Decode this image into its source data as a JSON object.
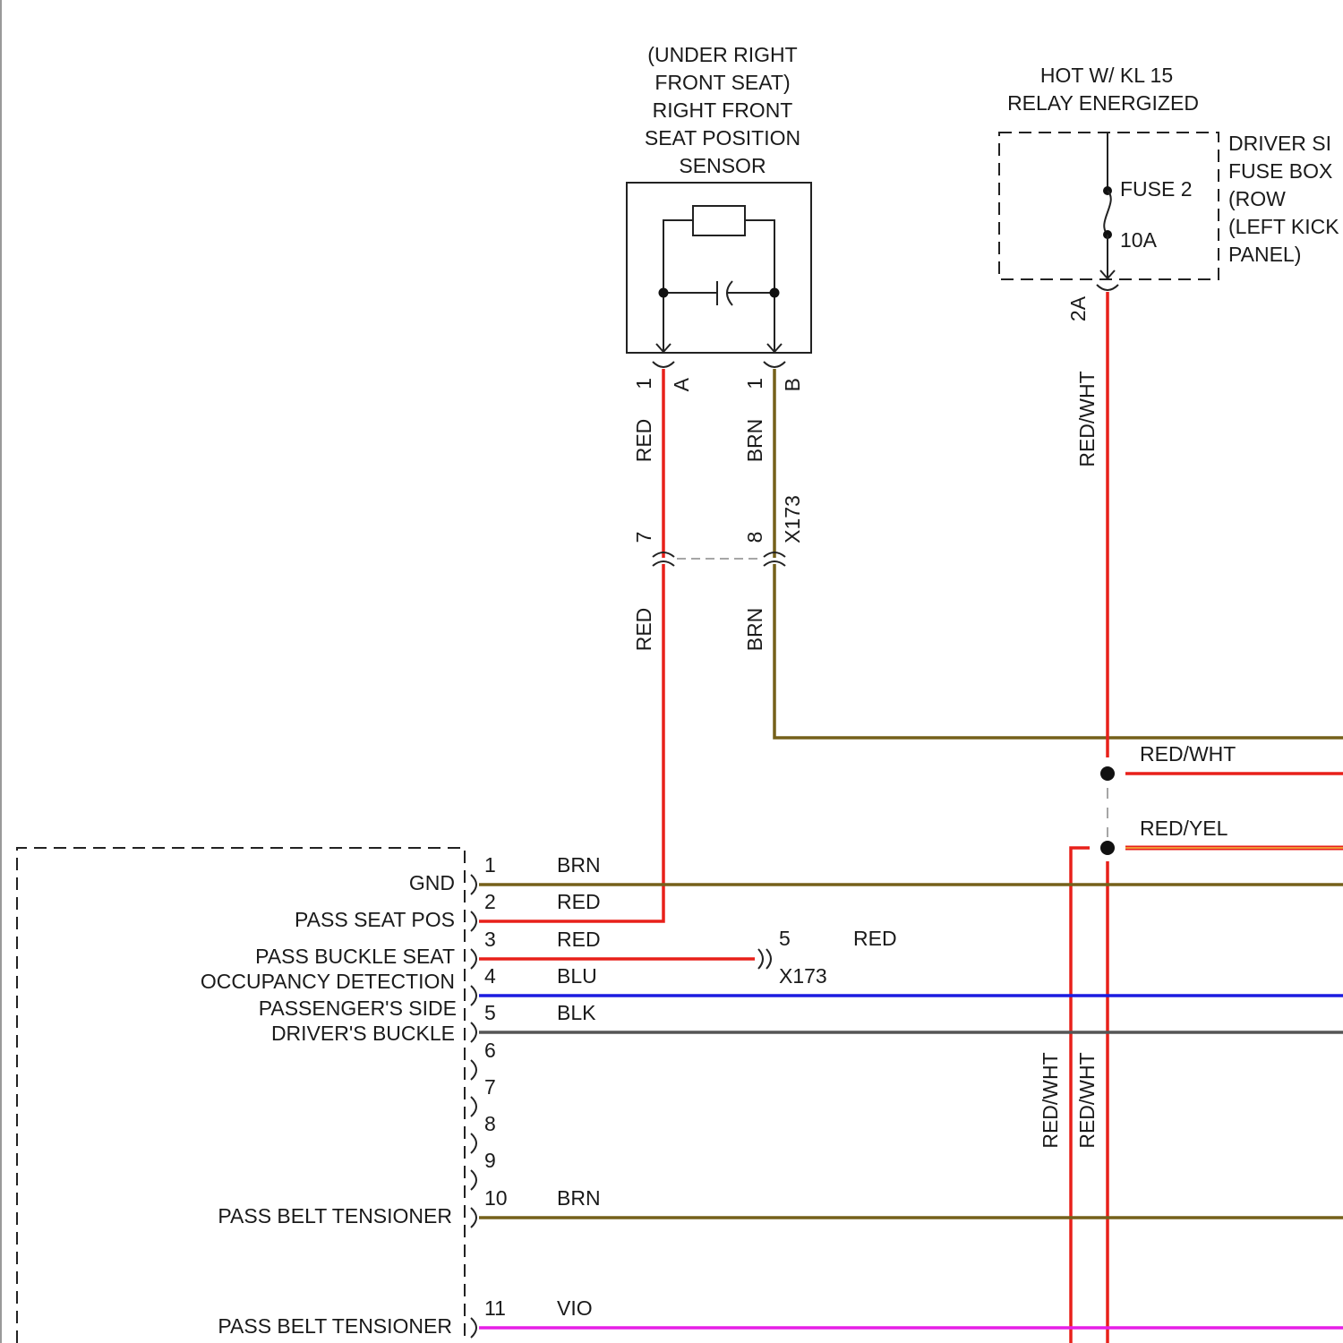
{
  "colors": {
    "red": "#e8201a",
    "brown": "#75601a",
    "blue": "#1c1ce0",
    "black_wire": "#555555",
    "violet": "#e61ee6",
    "yellow_stripe": "#f0c040",
    "outline": "#222222"
  },
  "seat_sensor": {
    "title_lines": [
      "(UNDER RIGHT",
      "FRONT SEAT)",
      "RIGHT FRONT",
      "SEAT POSITION",
      "SENSOR"
    ],
    "pin_a": {
      "cavity": "1",
      "letter": "A",
      "wire": "RED"
    },
    "pin_b": {
      "cavity": "1",
      "letter": "B",
      "wire": "BRN"
    }
  },
  "connector_x173": {
    "name": "X173",
    "pin_red": "7",
    "pin_brn": "8",
    "wire_below_red": "RED",
    "wire_below_brn": "BRN",
    "pin_lower": "5",
    "lower_wire": "RED"
  },
  "fuse_box": {
    "title_lines": [
      "HOT W/ KL 15",
      "RELAY ENERGIZED"
    ],
    "name_lines": [
      "DRIVER SI",
      "FUSE BOX",
      "(ROW",
      "(LEFT KICK",
      "PANEL)"
    ],
    "fuse_name": "FUSE 2",
    "fuse_rating": "10A",
    "cavity": "2A",
    "wire": "RED/WHT"
  },
  "splices": [
    {
      "wire": "RED/WHT"
    },
    {
      "wire": "RED/YEL"
    }
  ],
  "vertical_wire_labels": [
    "RED/WHT",
    "RED/WHT"
  ],
  "module": {
    "pins": [
      {
        "num": "1",
        "wire": "BRN",
        "function": "GND"
      },
      {
        "num": "2",
        "wire": "RED",
        "function": "PASS SEAT POS"
      },
      {
        "num": "3",
        "wire": "RED",
        "function": "PASS BUCKLE SEAT"
      },
      {
        "num": "4",
        "wire": "BLU",
        "function": "OCCUPANCY DETECTION"
      },
      {
        "num": "5",
        "wire": "BLK",
        "function": "PASSENGER'S SIDE"
      },
      {
        "num": "6",
        "wire": "",
        "function": "DRIVER'S BUCKLE"
      },
      {
        "num": "7",
        "wire": "",
        "function": ""
      },
      {
        "num": "8",
        "wire": "",
        "function": ""
      },
      {
        "num": "9",
        "wire": "",
        "function": ""
      },
      {
        "num": "10",
        "wire": "BRN",
        "function": "PASS BELT TENSIONER"
      },
      {
        "num": "11",
        "wire": "VIO",
        "function": "PASS BELT TENSIONER"
      }
    ]
  }
}
